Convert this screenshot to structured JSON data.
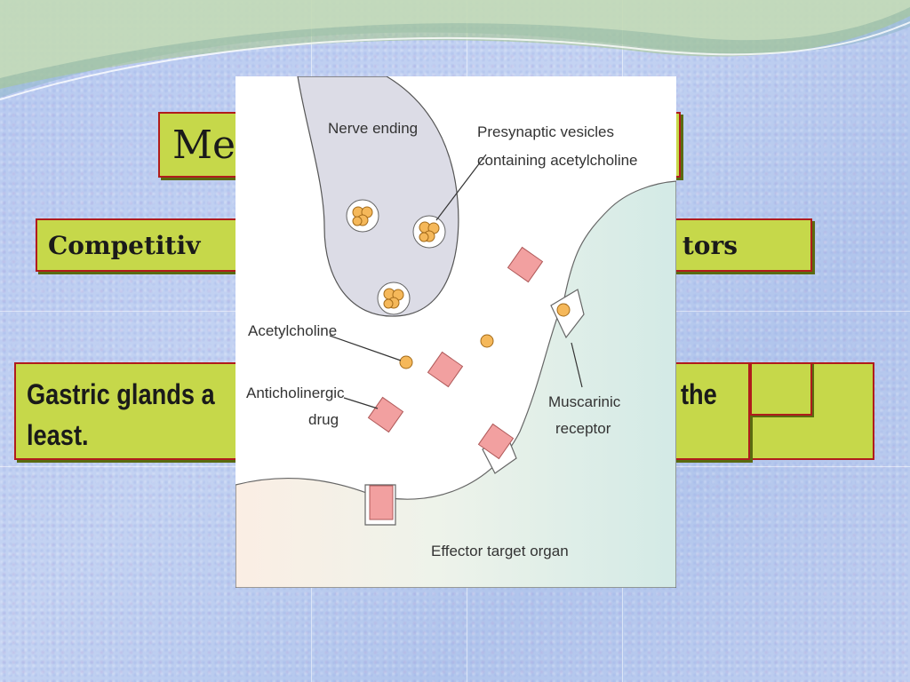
{
  "slide": {
    "title_visible": "Mec",
    "subtitle_left": "Competitiv",
    "subtitle_right": "tors",
    "body_line1": "Gastric glands a",
    "body_line2": "least.",
    "body_right": "the"
  },
  "diagram": {
    "labels": {
      "nerve_ending": "Nerve ending",
      "vesicles_line1": "Presynaptic vesicles",
      "vesicles_line2": "containing acetylcholine",
      "acetylcholine": "Acetylcholine",
      "anticholinergic_line1": "Anticholinergic",
      "anticholinergic_line2": "drug",
      "muscarinic_line1": "Muscarinic",
      "muscarinic_line2": "receptor",
      "effector": "Effector target organ"
    },
    "colors": {
      "nerve_fill": "#dcdce6",
      "vesicle_fill": "#f5b85a",
      "drug_fill": "#f2a0a0",
      "effector_fill": "#d8ece8"
    }
  },
  "colors": {
    "box_fill": "#c6d84a",
    "box_border": "#b01c1c",
    "background": "#b9cdee"
  }
}
